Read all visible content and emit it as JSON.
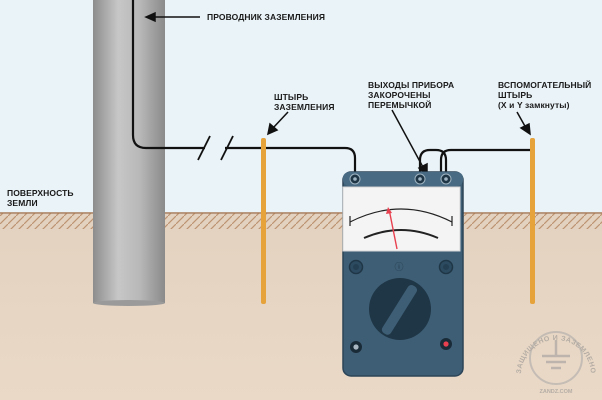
{
  "labels": {
    "ground_wire": "ПРОВОДНИК ЗАЗЕМЛЕНИЯ",
    "ground_rod": [
      "ШТЫРЬ",
      "ЗАЗЕМЛЕНИЯ"
    ],
    "outputs": [
      "ВЫХОДЫ ПРИБОРА",
      "ЗАКОРОЧЕНЫ",
      "ПЕРЕМЫЧКОЙ"
    ],
    "aux_rod": [
      "ВСПОМОГАТЕЛЬНЫЙ",
      "ШТЫРЬ",
      "(X и Y замкнуты)"
    ],
    "surface": [
      "ПОВЕРХНОСТЬ",
      "ЗЕМЛИ"
    ]
  },
  "watermark": {
    "text": "ЗАЩИЩЕНО И ЗАЗЕМЛЕНО",
    "site": "ZANDZ.COM"
  },
  "colors": {
    "sky": "#eaf3f8",
    "soil": "#e5d5c3",
    "soil_line": "#b98d6a",
    "pole": "#b5b5b5",
    "rod": "#e6a33c",
    "meter_body": "#3e5e75",
    "meter_dark": "#1f3646",
    "needle": "#e8404f"
  }
}
